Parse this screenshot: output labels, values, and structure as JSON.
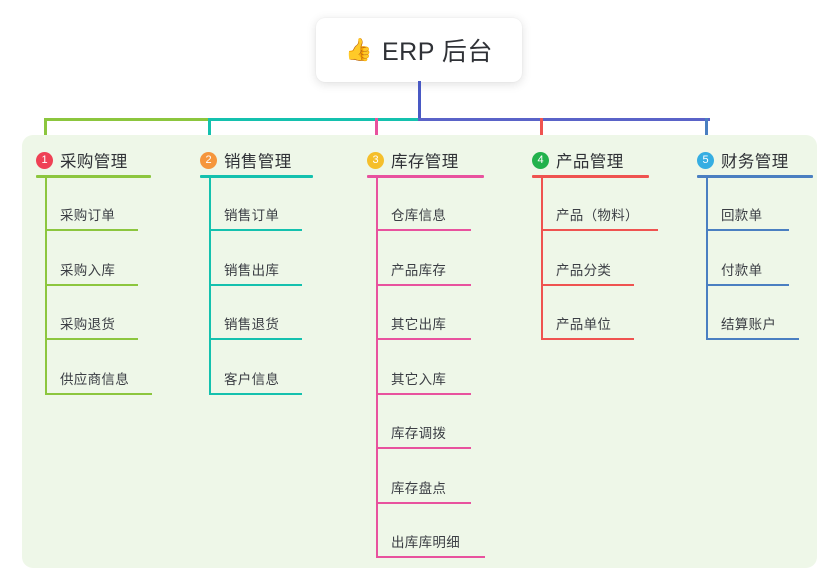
{
  "root": {
    "icon": "thumbs-up-icon",
    "icon_glyph": "👍",
    "title": "ERP 后台",
    "stem_color": "#4959c4"
  },
  "panel": {
    "background": "#eef7e8"
  },
  "connector": {
    "segments": [
      {
        "name": "green-segment",
        "color": "#8cc63e"
      },
      {
        "name": "teal-segment",
        "color": "#14c1ae"
      },
      {
        "name": "blue-segment",
        "color": "#5a63c8"
      }
    ]
  },
  "columns": [
    {
      "index": "1",
      "badge_color": "#ef4155",
      "line_color": "#8cc63e",
      "title": "采购管理",
      "title_width": 115,
      "drop_color": "#8cc63e",
      "items": [
        {
          "label": "采购订单",
          "width": 78
        },
        {
          "label": "采购入库",
          "width": 78
        },
        {
          "label": "采购退货",
          "width": 78
        },
        {
          "label": "供应商信息",
          "width": 92
        }
      ]
    },
    {
      "index": "2",
      "badge_color": "#f5963c",
      "line_color": "#14c1ae",
      "title": "销售管理",
      "title_width": 113,
      "drop_color": "#14c1ae",
      "items": [
        {
          "label": "销售订单",
          "width": 78
        },
        {
          "label": "销售出库",
          "width": 78
        },
        {
          "label": "销售退货",
          "width": 78
        },
        {
          "label": "客户信息",
          "width": 78
        }
      ]
    },
    {
      "index": "3",
      "badge_color": "#f5bf2b",
      "line_color": "#e8529e",
      "title": "库存管理",
      "title_width": 117,
      "drop_color": "#e8529e",
      "items": [
        {
          "label": "仓库信息",
          "width": 80
        },
        {
          "label": "产品库存",
          "width": 80
        },
        {
          "label": "其它出库",
          "width": 80
        },
        {
          "label": "其它入库",
          "width": 80
        },
        {
          "label": "库存调拨",
          "width": 80
        },
        {
          "label": "库存盘点",
          "width": 80
        },
        {
          "label": "出库库明细",
          "width": 94
        }
      ]
    },
    {
      "index": "4",
      "badge_color": "#22b24c",
      "line_color": "#ef5350",
      "title": "产品管理",
      "title_width": 117,
      "drop_color": "#ef5350",
      "items": [
        {
          "label": "产品（物料）",
          "width": 102
        },
        {
          "label": "产品分类",
          "width": 78
        },
        {
          "label": "产品单位",
          "width": 78
        }
      ]
    },
    {
      "index": "5",
      "badge_color": "#35aee2",
      "line_color": "#4a7fc1",
      "title": "财务管理",
      "title_width": 116,
      "drop_color": "#4a7fc1",
      "items": [
        {
          "label": "回款单",
          "width": 68
        },
        {
          "label": "付款单",
          "width": 68
        },
        {
          "label": "结算账户",
          "width": 78
        }
      ]
    }
  ]
}
